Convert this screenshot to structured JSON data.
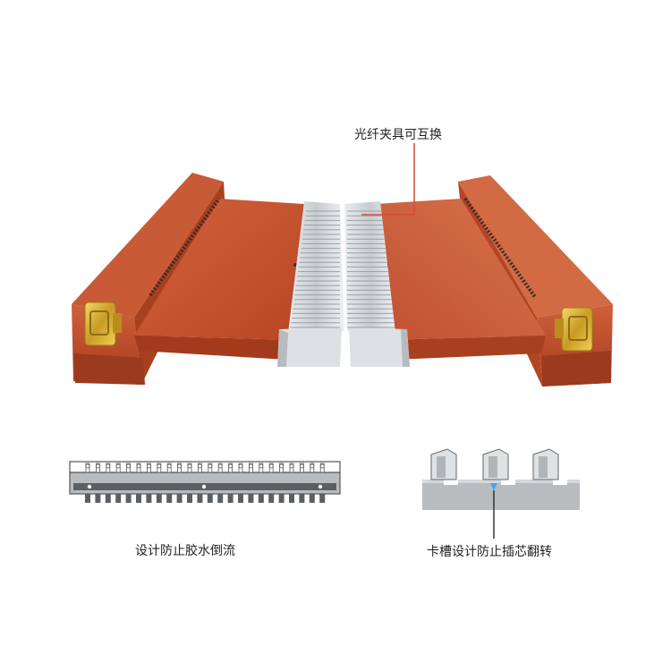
{
  "callouts": {
    "top": "光纤夹具可互换",
    "bottom_left": "设计防止胶水倒流",
    "bottom_right": "卡槽设计防止插芯翻转"
  },
  "colors": {
    "wood": "#c8502e",
    "wood_dark": "#9a3a1f",
    "wood_light": "#e07a55",
    "metal": "#cfd4d8",
    "brass": "#d9b43a",
    "leader": "#d64a3a",
    "diagram_gray": "#8a8d90",
    "diagram_fill": "#b9bcbf"
  },
  "icons": {
    "latch_left": "brass-latch-icon",
    "latch_right": "brass-latch-icon"
  }
}
